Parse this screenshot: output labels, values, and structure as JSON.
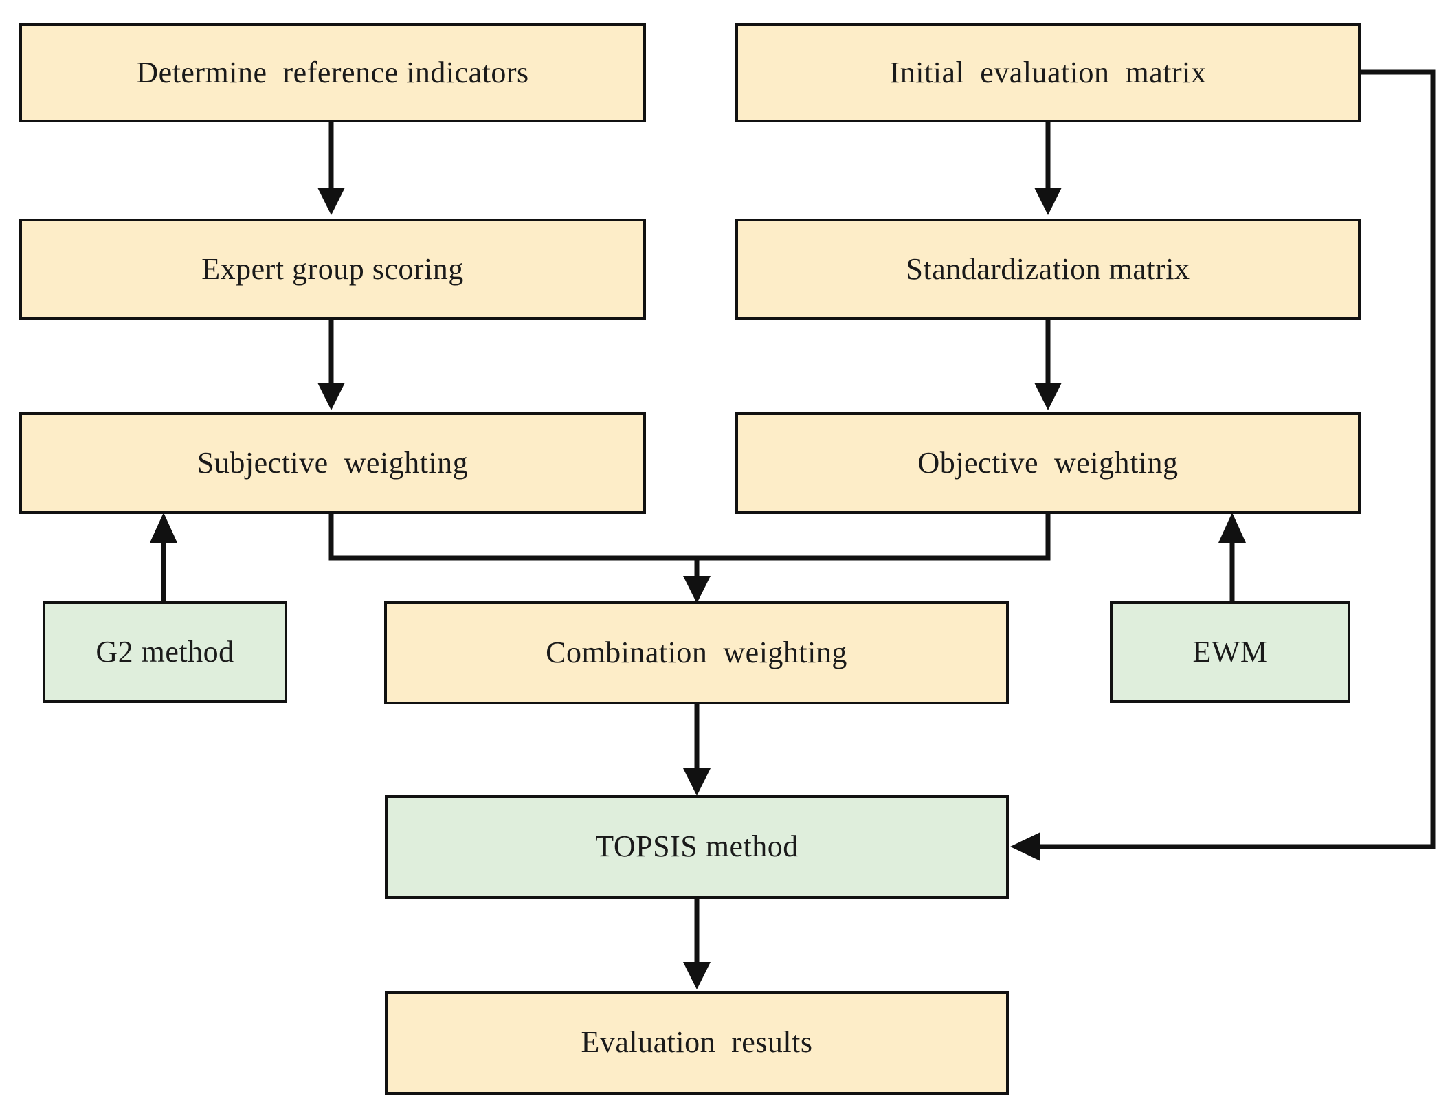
{
  "diagram": {
    "title": "Combination weighting TOPSIS evaluation flowchart",
    "colors": {
      "node_yellow": "#FDEDC8",
      "node_green": "#DFEEDC",
      "border": "#111111",
      "text": "#1A1A1A",
      "background": "#FFFFFF"
    },
    "nodes": [
      {
        "id": "determine_reference_indicators",
        "label": "Determine  reference indicators",
        "style": "yellow"
      },
      {
        "id": "initial_evaluation_matrix",
        "label": "Initial  evaluation  matrix",
        "style": "yellow"
      },
      {
        "id": "expert_group_scoring",
        "label": "Expert group scoring",
        "style": "yellow"
      },
      {
        "id": "standardization_matrix",
        "label": "Standardization matrix",
        "style": "yellow"
      },
      {
        "id": "subjective_weighting",
        "label": "Subjective  weighting",
        "style": "yellow"
      },
      {
        "id": "objective_weighting",
        "label": "Objective  weighting",
        "style": "yellow"
      },
      {
        "id": "g2_method",
        "label": "G2 method",
        "style": "green"
      },
      {
        "id": "combination_weighting",
        "label": "Combination  weighting",
        "style": "yellow"
      },
      {
        "id": "ewm",
        "label": "EWM",
        "style": "green"
      },
      {
        "id": "topsis_method",
        "label": "TOPSIS method",
        "style": "green"
      },
      {
        "id": "evaluation_results",
        "label": "Evaluation  results",
        "style": "yellow"
      }
    ],
    "edges": [
      {
        "from": "determine_reference_indicators",
        "to": "expert_group_scoring",
        "type": "straight-down"
      },
      {
        "from": "expert_group_scoring",
        "to": "subjective_weighting",
        "type": "straight-down"
      },
      {
        "from": "initial_evaluation_matrix",
        "to": "standardization_matrix",
        "type": "straight-down"
      },
      {
        "from": "standardization_matrix",
        "to": "objective_weighting",
        "type": "straight-down"
      },
      {
        "from": "subjective_weighting",
        "to": "combination_weighting",
        "type": "elbow-merge"
      },
      {
        "from": "objective_weighting",
        "to": "combination_weighting",
        "type": "elbow-merge"
      },
      {
        "from": "g2_method",
        "to": "subjective_weighting",
        "type": "straight-up"
      },
      {
        "from": "ewm",
        "to": "objective_weighting",
        "type": "straight-up"
      },
      {
        "from": "combination_weighting",
        "to": "topsis_method",
        "type": "straight-down"
      },
      {
        "from": "initial_evaluation_matrix",
        "to": "topsis_method",
        "type": "elbow-right-side"
      },
      {
        "from": "topsis_method",
        "to": "evaluation_results",
        "type": "straight-down"
      }
    ]
  }
}
